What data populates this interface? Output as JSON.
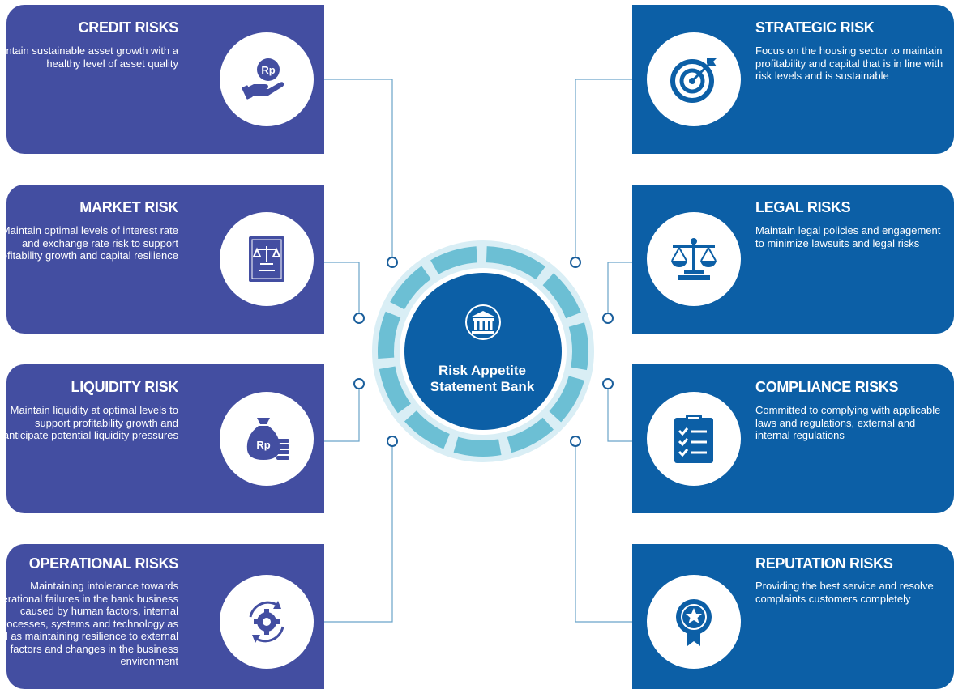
{
  "center": {
    "title_line1": "Risk Appetite",
    "title_line2": "Statement Bank",
    "icon": "bank-building-icon"
  },
  "left_cards": [
    {
      "title": "CREDIT RISKS",
      "description": "Maintain sustainable asset growth with a healthy level of asset quality",
      "icon": "rupiah-coin-hand-icon"
    },
    {
      "title": "MARKET RISK",
      "description": "Maintain optimal levels of interest rate and exchange rate risk to support profitability growth and capital resilience",
      "icon": "law-book-icon"
    },
    {
      "title": "LIQUIDITY RISK",
      "description": "Maintain liquidity at optimal levels to support profitability growth and anticipate potential liquidity pressures",
      "icon": "money-bag-icon"
    },
    {
      "title": "OPERATIONAL RISKS",
      "description": "Maintaining intolerance towards operational failures in the bank business caused by human factors, internal processes, systems and technology as well as maintaining resilience to external factors and changes in the business environment",
      "icon": "gear-cycle-icon"
    }
  ],
  "right_cards": [
    {
      "title": "STRATEGIC RISK",
      "description": "Focus on the housing sector to maintain profitability and capital that is in line with risk levels and is sustainable",
      "icon": "target-icon"
    },
    {
      "title": "LEGAL RISKS",
      "description": "Maintain legal policies and engagement to minimize lawsuits and legal risks",
      "icon": "scales-icon"
    },
    {
      "title": "COMPLIANCE RISKS",
      "description": "Committed to complying with applicable laws and regulations, external and internal regulations",
      "icon": "checklist-icon"
    },
    {
      "title": "REPUTATION RISKS",
      "description": "Providing the best service and resolve complaints customers completely",
      "icon": "award-ribbon-icon"
    }
  ],
  "colors": {
    "left_card": "#434ea1",
    "right_card": "#0c5fa6",
    "center": "#0c5fa6",
    "ring": "#7ec8dc"
  }
}
